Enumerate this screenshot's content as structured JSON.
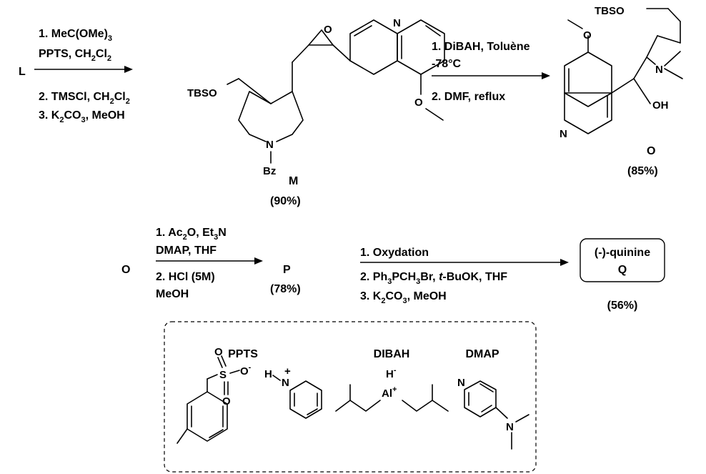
{
  "step1": {
    "start": "L",
    "above": [
      "1. MeC(OMe)",
      "PPTS, CH",
      "Cl"
    ],
    "below": [
      "2. TMSCl, CH",
      "Cl",
      "3. K",
      "CO",
      ", MeOH"
    ],
    "sub": "3",
    "sub2": "2"
  },
  "compound_M": {
    "label": "M",
    "yield": "(90%)",
    "tbso": "TBSO",
    "bz": "Bz",
    "n": "N",
    "o": "O"
  },
  "step2": {
    "above": [
      "1. DiBAH, Toluène",
      "-78°C"
    ],
    "below": [
      "2. DMF, reflux"
    ]
  },
  "compound_O": {
    "label": "O",
    "yield": "(85%)",
    "tbso": "TBSO",
    "oh": "OH",
    "n": "N",
    "o": "O"
  },
  "step3": {
    "start": "O",
    "above": [
      "1. Ac",
      "O, Et",
      "N",
      "DMAP, THF"
    ],
    "below": [
      "2. HCl (5M)",
      "MeOH"
    ]
  },
  "compound_P": {
    "label": "P",
    "yield": "(78%)"
  },
  "step4": {
    "above": [
      "1. Oxydation"
    ],
    "below": [
      "2. Ph",
      "PCH",
      "Br, ",
      "t",
      "-BuOK, THF",
      "3. K",
      "CO",
      ", MeOH"
    ]
  },
  "compound_Q": {
    "name": "(-)-quinine",
    "label": "Q",
    "yield": "(56%)"
  },
  "legend": {
    "pplabel": "PPTS",
    "dibah": "DIBAH",
    "dmap": "DMAP",
    "s": "S",
    "o": "O",
    "ominus": "O",
    "minus": "-",
    "h": "H",
    "plus": "+",
    "n": "N",
    "hminus": "H",
    "al": "Al"
  }
}
